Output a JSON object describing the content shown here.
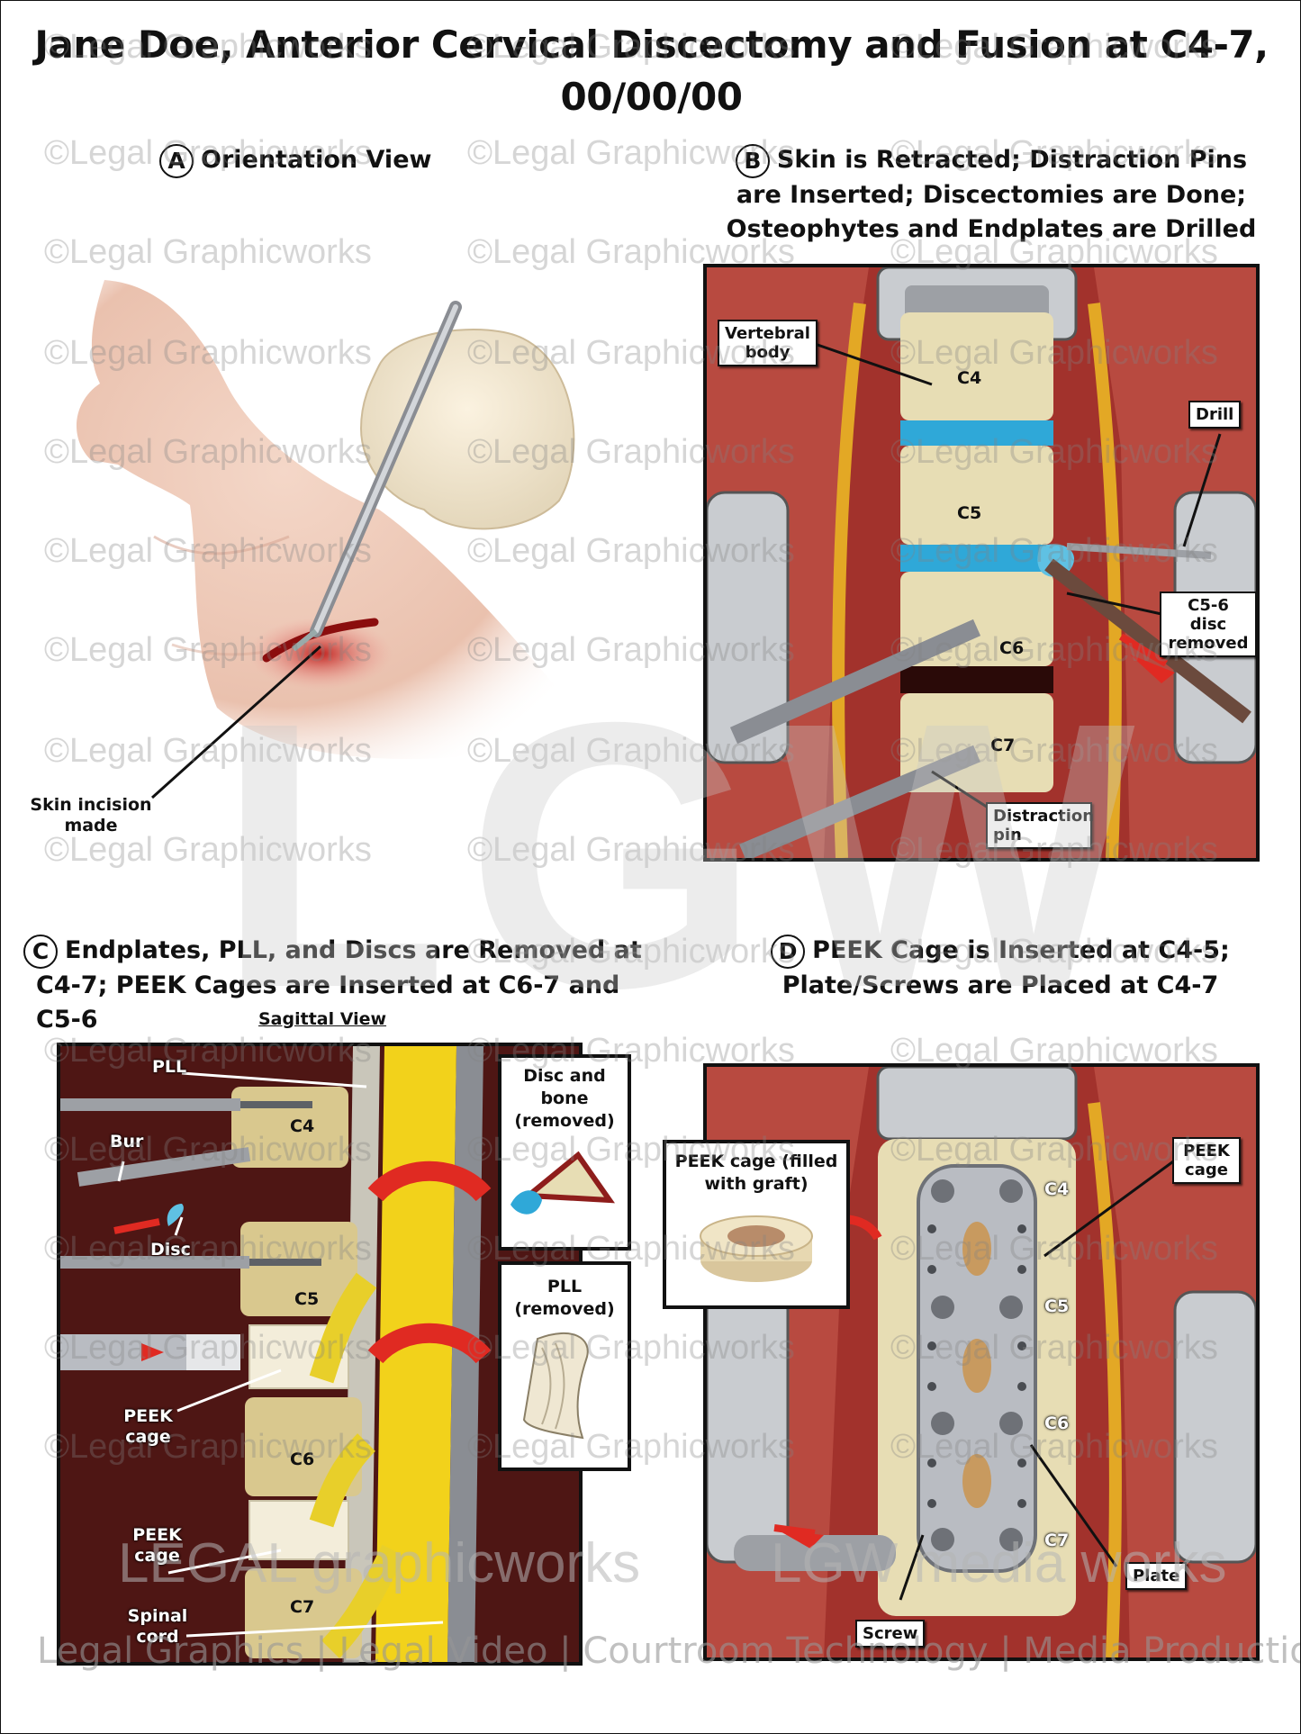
{
  "title": {
    "line1": "Jane Doe, Anterior Cervical Discectomy and Fusion at C4-7,",
    "line2": "00/00/00"
  },
  "panel_a": {
    "letter": "A",
    "heading": "Orientation View",
    "labels": {
      "skin_incision": "Skin incision made"
    }
  },
  "panel_b": {
    "letter": "B",
    "heading_line1": "Skin is Retracted; Distraction Pins",
    "heading_line2": "are Inserted; Discectomies are Done;",
    "heading_line3": "Osteophytes and Endplates are Drilled",
    "labels": {
      "vertebral_body": "Vertebral body",
      "c4": "C4",
      "c5": "C5",
      "c6": "C6",
      "c7": "C7",
      "drill": "Drill",
      "c56_disc_removed": "C5-6 disc removed",
      "distraction_pin": "Distraction pin"
    }
  },
  "panel_c": {
    "letter": "C",
    "heading_line1": "Endplates, PLL, and Discs are Removed at",
    "heading_line2": "C4-7; PEEK Cages are Inserted at C6-7 and C5-6",
    "subheading": "Sagittal View",
    "labels": {
      "pll": "PLL",
      "bur": "Bur",
      "disc": "Disc",
      "c4": "C4",
      "c5": "C5",
      "c6": "C6",
      "c7": "C7",
      "peek_cage_1": "PEEK cage",
      "peek_cage_2": "PEEK cage",
      "spinal_cord": "Spinal cord"
    },
    "inset_disc_bone": "Disc and bone (removed)",
    "inset_pll": "PLL (removed)"
  },
  "panel_d": {
    "letter": "D",
    "heading_line1": "PEEK Cage is Inserted at C4-5;",
    "heading_line2": "Plate/Screws are Placed at C4-7",
    "labels": {
      "peek_cage": "PEEK cage",
      "c4": "C4",
      "c5": "C5",
      "c6": "C6",
      "c7": "C7",
      "plate": "Plate",
      "screw": "Screw"
    },
    "inset_peek": "PEEK cage (filled with graft)"
  },
  "watermark": {
    "text": "©Legal Graphicworks",
    "big_letters": "LGW",
    "logo_left": "LEGAL graphicworks",
    "logo_right": "LGW media works",
    "footer": "Legal Graphics | Legal Video | Courtroom Technology | Media Production"
  },
  "colors": {
    "tissue": "#8e1d1b",
    "bone": "#e8ddb5",
    "disc": "#2fa8d8",
    "cord": "#f2d21b",
    "metal": "#b9bcc2",
    "arrow": "#e02a22"
  }
}
